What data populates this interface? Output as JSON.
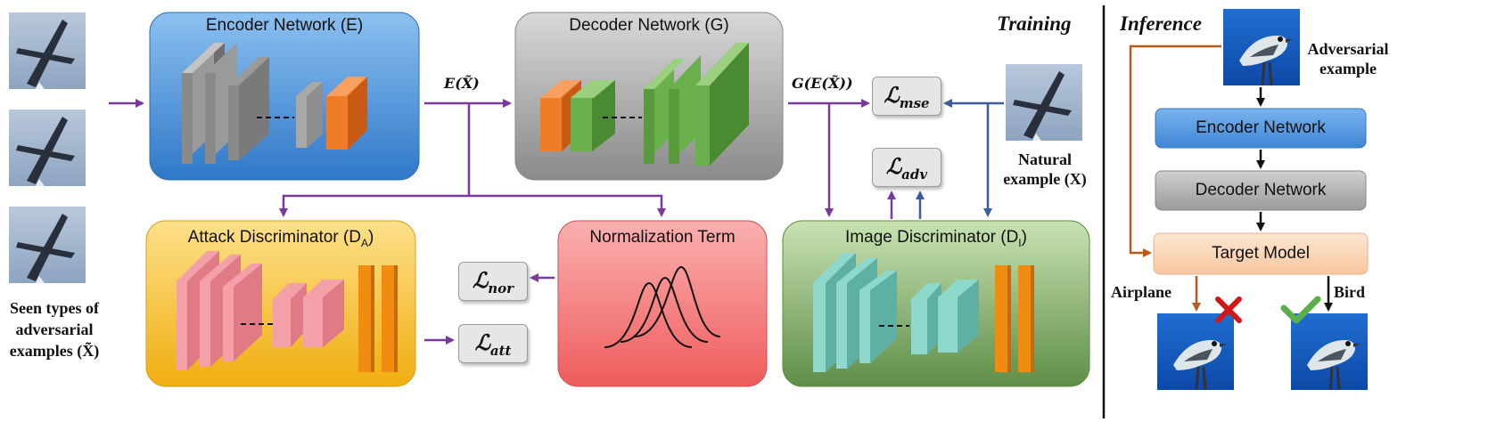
{
  "training": {
    "title": "Training",
    "encoder_title": "Encoder Network (E)",
    "decoder_title": "Decoder Network (G)",
    "attack_disc_title": "Attack Discriminator (D",
    "attack_disc_sub": "A",
    "norm_title": "Normalization Term",
    "image_disc_title": "Image Discriminator (D",
    "image_disc_sub": "I",
    "e_label": "E(X̃)",
    "g_label": "G(E(X̃))",
    "loss_mse": "mse",
    "loss_adv": "adv",
    "loss_nor": "nor",
    "loss_att": "att",
    "loss_symbol": "ℒ",
    "natural_label_1": "Natural",
    "natural_label_2": "example (X)",
    "seen_label_1": "Seen types of",
    "seen_label_2": "adversarial",
    "seen_label_3": "examples (X̃)"
  },
  "inference": {
    "title": "Inference",
    "adv_label_1": "Adversarial",
    "adv_label_2": "example",
    "encoder": "Encoder Network",
    "decoder": "Decoder Network",
    "target": "Target Model",
    "airplane": "Airplane",
    "bird": "Bird"
  },
  "colors": {
    "arrow_purple": "#7a3a9a",
    "arrow_blue": "#3b5d9a",
    "arrow_orange": "#b85a1c",
    "encoder_blue": "#4a90d9",
    "decoder_gray": "#a8a8a8",
    "attack_yellow": "#f5c23a",
    "norm_red": "#f27e7e",
    "image_green": "#7aa862"
  }
}
